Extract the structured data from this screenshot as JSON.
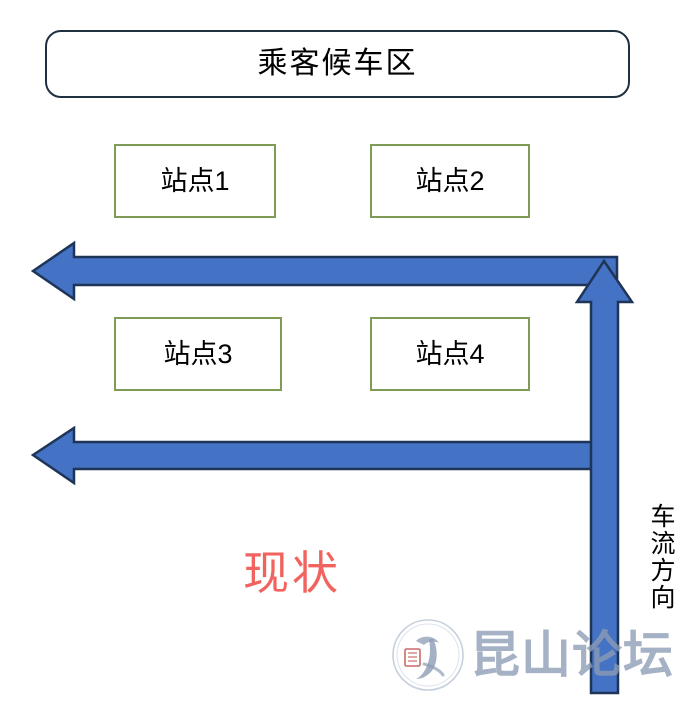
{
  "diagram": {
    "title": "现状",
    "waiting_area": {
      "label": "乘客候车区"
    },
    "stations": [
      {
        "id": "station-1",
        "label": "站点1"
      },
      {
        "id": "station-2",
        "label": "站点2"
      },
      {
        "id": "station-3",
        "label": "站点3"
      },
      {
        "id": "station-4",
        "label": "站点4"
      }
    ],
    "flow_direction_label": "车流方向",
    "current_state_label": "现状",
    "arrows": [
      {
        "name": "upper-left-flow-arrow",
        "direction": "left"
      },
      {
        "name": "lower-left-flow-arrow",
        "direction": "left"
      },
      {
        "name": "right-up-flow-arrow",
        "direction": "up"
      }
    ],
    "colors": {
      "arrow_fill": "#4472c4",
      "arrow_stroke": "#1f3557",
      "station_border": "#7e9c55",
      "waiting_area_border": "#1f3040",
      "current_state_text": "#f2635f",
      "watermark": "#8d9cb4"
    }
  },
  "watermark": {
    "text": "昆山论坛",
    "seal_icon": "circular-seal-icon"
  }
}
